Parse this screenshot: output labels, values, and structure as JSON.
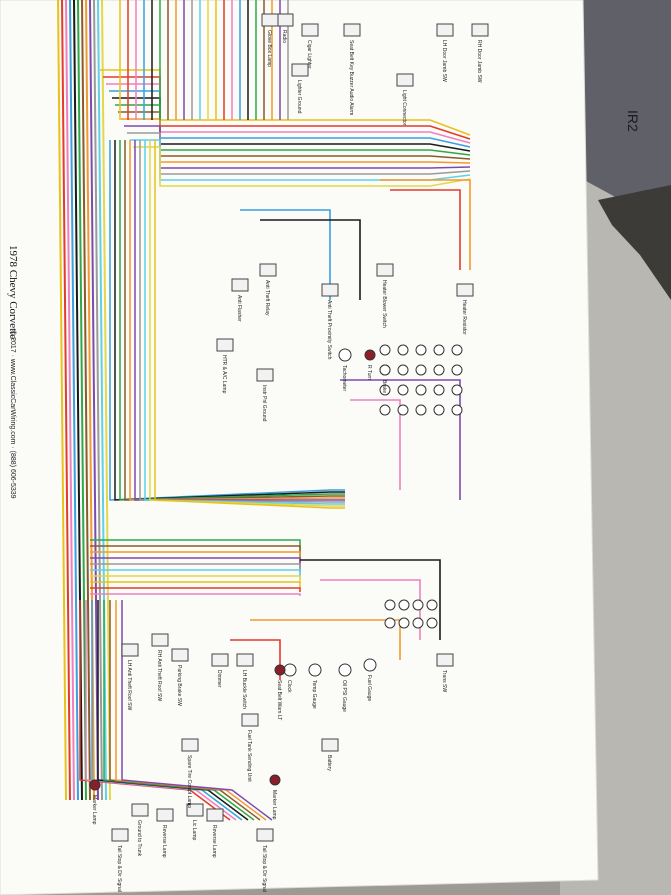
{
  "diagram": {
    "title": "1978 Chevy Corvette",
    "footer": "© 2017 · www.ClassicCarWiring.com · (888) 606-5339",
    "tape_label": "IR2",
    "colors": {
      "table_light": "#c9c7c1",
      "table_dark": "#5a5956",
      "paper": "#fbfbf9",
      "harness": [
        "#e8c21a",
        "#e33b2e",
        "#f07fc0",
        "#3aa0e0",
        "#1a1a1a",
        "#2fa84a",
        "#8a5a2a",
        "#f29a2e",
        "#7d4bb0",
        "#9a9a9a",
        "#5fd0e8",
        "#e2d84a"
      ]
    },
    "components": [
      {
        "id": "radio",
        "label": "Radio"
      },
      {
        "id": "dome_lamp",
        "label": "Glove Box Lamp"
      },
      {
        "id": "lighter",
        "label": "Cigar Lighter"
      },
      {
        "id": "lighter_gnd",
        "label": "Lighter Ground"
      },
      {
        "id": "seatbelt_alarm",
        "label": "Seat Belt Key Buzzer Audio Alarm"
      },
      {
        "id": "light_connector",
        "label": "Light Connector"
      },
      {
        "id": "lh_door_jamb",
        "label": "LH Door Jamb SW"
      },
      {
        "id": "rh_door_jamb",
        "label": "RH Door Jamb SW"
      },
      {
        "id": "heater_switch",
        "label": "Heater Blower Switch"
      },
      {
        "id": "heater_resistor",
        "label": "Heater Resistor"
      },
      {
        "id": "antitheft_relay",
        "label": "Anti Theft Relay"
      },
      {
        "id": "antitheft_prox",
        "label": "Anti Theft Proximity Switch"
      },
      {
        "id": "anti_flasher",
        "label": "Anti Flasher"
      },
      {
        "id": "htr_ac_lamp",
        "label": "HTR & A/C Lamp"
      },
      {
        "id": "instr_pnl_gnd",
        "label": "Instr Pnl Ground"
      },
      {
        "id": "tachometer",
        "label": "Tachometer"
      },
      {
        "id": "r_turn",
        "label": "R Turn"
      },
      {
        "id": "brake",
        "label": "Brake"
      },
      {
        "id": "clock",
        "label": "Clock"
      },
      {
        "id": "temp_gauge",
        "label": "Temp Gauge"
      },
      {
        "id": "oil_gauge",
        "label": "Oil PSI Gauge"
      },
      {
        "id": "fuel_gauge",
        "label": "Fuel Gauge"
      },
      {
        "id": "seatbelt_warn",
        "label": "Seat Belt Warn LT"
      },
      {
        "id": "lh_buckle",
        "label": "LH Buckle Switch"
      },
      {
        "id": "dimmer",
        "label": "Dimmer"
      },
      {
        "id": "parking_brake",
        "label": "Parking Brake SW"
      },
      {
        "id": "rh_antitheft_roof",
        "label": "RH Anti Theft Roof SW"
      },
      {
        "id": "lh_antitheft_roof",
        "label": "LH Anti Theft Roof SW"
      },
      {
        "id": "fuel_tank",
        "label": "Fuel Tank Sending Unit"
      },
      {
        "id": "spare_tire",
        "label": "Spare Tire Compt Lamp"
      },
      {
        "id": "marker_lamp_l",
        "label": "Marker Lamp"
      },
      {
        "id": "marker_lamp_r",
        "label": "Marker Lamp"
      },
      {
        "id": "reverse_l",
        "label": "Reverse Lamp"
      },
      {
        "id": "reverse_r",
        "label": "Reverse Lamp"
      },
      {
        "id": "lic_lamp",
        "label": "Lic Lamp"
      },
      {
        "id": "tail_stop_l",
        "label": "Tail Stop & Dir Signal"
      },
      {
        "id": "tail_stop_r",
        "label": "Tail Stop & Dir Signal"
      },
      {
        "id": "ground_trunk",
        "label": "Ground to Trunk"
      },
      {
        "id": "battery",
        "label": "Battery"
      },
      {
        "id": "trans_sw",
        "label": "Trans SW"
      }
    ]
  }
}
